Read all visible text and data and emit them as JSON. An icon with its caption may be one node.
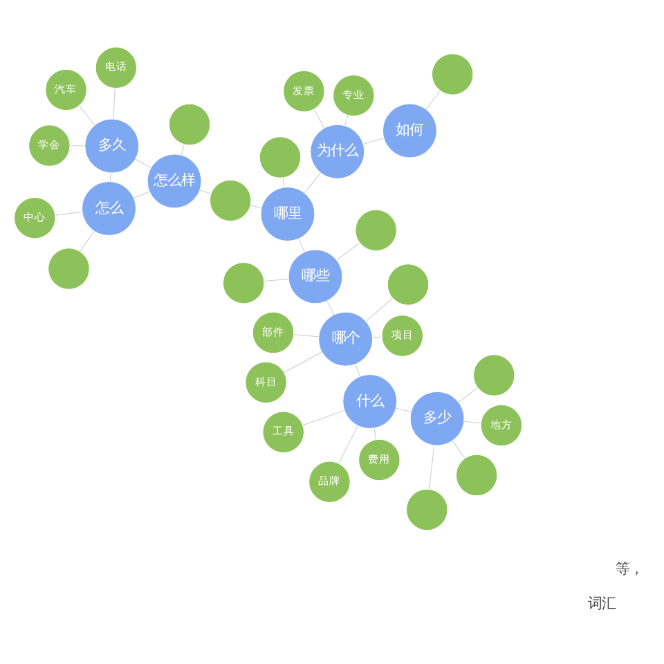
{
  "diagram": {
    "nodes": [
      {
        "text": [
          "科目"
        ]
      },
      {
        "text": [
          "地方"
        ]
      },
      {
        "text": [
          "费用"
        ]
      },
      {
        "text": [
          "部件"
        ]
      },
      {
        "text": [],
        "shape": "circle"
      },
      {
        "text": [
          "工具"
        ]
      },
      {
        "text": [
          "品牌"
        ]
      },
      {
        "text": [],
        "shape": "circle"
      },
      {
        "text": [],
        "shape": "circle"
      },
      {
        "text": [
          "项目"
        ]
      },
      {
        "text": [
          "多少"
        ]
      },
      {
        "text": [
          "什么"
        ]
      },
      {
        "text": [
          "哪个"
        ]
      },
      {
        "text": [],
        "shape": "circle"
      },
      {
        "text": [],
        "shape": "circle"
      },
      {
        "text": [
          "哪些"
        ]
      },
      {
        "text": [
          "电话"
        ]
      },
      {
        "text": [
          "学会"
        ]
      },
      {
        "text": [],
        "shape": "circle"
      },
      {
        "text": [],
        "shape": "circle"
      },
      {
        "text": [
          "哪里"
        ]
      },
      {
        "text": [],
        "shape": "circle"
      },
      {
        "text": [
          "汽车"
        ]
      },
      {
        "text": [
          "多久"
        ]
      },
      {
        "text": [
          "如何"
        ]
      },
      {
        "text": [
          "怎么样"
        ]
      },
      {
        "text": [
          "为什么"
        ]
      },
      {
        "text": [
          "怎么"
        ]
      },
      {
        "text": [],
        "shape": "circle"
      },
      {
        "text": [],
        "shape": "circle"
      },
      {
        "text": [
          "专业"
        ]
      },
      {
        "text": [],
        "shape": "circle"
      },
      {
        "text": [
          "中心"
        ]
      },
      {
        "text": [
          "发票"
        ]
      }
    ],
    "edges": [
      {
        "from": 0,
        "to": 12,
        "arrow": "none"
      },
      {
        "from": 2,
        "to": 11,
        "arrow": "none"
      },
      {
        "from": 1,
        "to": 10,
        "arrow": "none"
      },
      {
        "from": 3,
        "to": 12,
        "arrow": "none"
      },
      {
        "from": 4,
        "to": 12,
        "arrow": "none"
      },
      {
        "from": 5,
        "to": 11,
        "arrow": "none"
      },
      {
        "from": 6,
        "to": 11,
        "arrow": "none"
      },
      {
        "from": 7,
        "to": 10,
        "arrow": "none"
      },
      {
        "from": 8,
        "to": 10,
        "arrow": "none"
      },
      {
        "from": 9,
        "to": 12,
        "arrow": "none"
      },
      {
        "from": 13,
        "to": 10,
        "arrow": "none"
      },
      {
        "from": 14,
        "to": 15,
        "arrow": "none"
      },
      {
        "from": 16,
        "to": 23,
        "arrow": "none"
      },
      {
        "from": 17,
        "to": 23,
        "arrow": "none"
      },
      {
        "from": 18,
        "to": 15,
        "arrow": "none"
      },
      {
        "from": 19,
        "to": 20,
        "arrow": "none"
      },
      {
        "from": 21,
        "to": 20,
        "arrow": "none"
      },
      {
        "from": 22,
        "to": 23,
        "arrow": "none"
      },
      {
        "from": 23,
        "to": 25,
        "arrow": "none"
      },
      {
        "from": 28,
        "to": 27,
        "arrow": "none"
      },
      {
        "from": 29,
        "to": 24,
        "arrow": "none"
      },
      {
        "from": 30,
        "to": 26,
        "arrow": "none"
      },
      {
        "from": 31,
        "to": 25,
        "arrow": "none"
      },
      {
        "from": 32,
        "to": 27,
        "arrow": "none"
      },
      {
        "from": 33,
        "to": 26,
        "arrow": "none"
      },
      {
        "from": 10,
        "to": 11,
        "arrow": "none"
      },
      {
        "from": 11,
        "to": 12,
        "arrow": "none"
      },
      {
        "from": 12,
        "to": 15,
        "arrow": "none"
      },
      {
        "from": 15,
        "to": 20,
        "arrow": "none"
      },
      {
        "from": 20,
        "to": 26,
        "arrow": "none"
      },
      {
        "from": 26,
        "to": 24,
        "arrow": "none"
      },
      {
        "from": 25,
        "to": 27,
        "arrow": "none"
      },
      {
        "from": 23,
        "to": 27,
        "arrow": "none"
      },
      {
        "from": 21,
        "to": 25,
        "arrow": "none"
      }
    ],
    "labels": [
      "等，",
      "词汇"
    ]
  }
}
